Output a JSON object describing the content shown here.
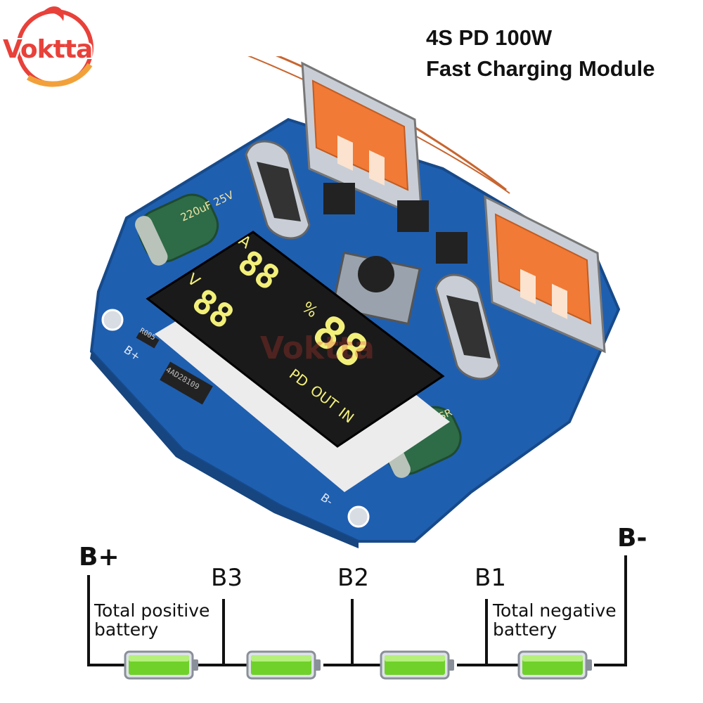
{
  "brand": {
    "name": "Voktta",
    "watermark": "Voktta"
  },
  "title": {
    "line1": "4S PD 100W",
    "line2": "Fast Charging Module"
  },
  "display": {
    "digits_a": "88",
    "digits_v": "88",
    "digits_pct": "88",
    "unit_a": "A",
    "unit_v": "V",
    "unit_pct": "%",
    "label_out": "OUT",
    "label_pd": "PD",
    "label_in": "IN"
  },
  "board": {
    "cap_left_label": "220uF 25V",
    "cap_right_label": "LOWESR",
    "pad_bplus": "B+",
    "pad_bminus": "B-",
    "chip_label": "4AD28109",
    "resistor_label": "R005"
  },
  "diagram": {
    "b_plus": "B+",
    "b_minus": "B-",
    "b3": "B3",
    "b2": "B2",
    "b1": "B1",
    "pos_line1": "Total positive",
    "pos_line2": "battery",
    "neg_line1": "Total negative",
    "neg_line2": "battery",
    "cell_count": 4,
    "cell_charge_fraction": 1.0
  },
  "colors": {
    "pcb": "#1f5fb0",
    "usb_orange": "#f07a36",
    "display_bg": "#1a1a1a",
    "segment": "#f3f07a",
    "battery_green": "#6fd12a",
    "logo_red": "#e8413a"
  }
}
